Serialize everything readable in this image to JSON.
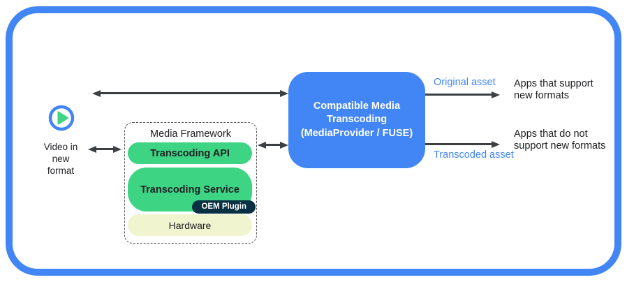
{
  "colors": {
    "frame_blue": "#4285F4",
    "transcoder_box_blue": "#4285F4",
    "android_green": "#3DD484",
    "oem_navy": "#073042",
    "hardware_fill": "#F0F4CF",
    "arrow_gray": "#3C4043",
    "asset_label_blue": "#4285F4",
    "text_black": "#202124"
  },
  "source": {
    "icon": "play-icon",
    "label": {
      "line1": "Video in",
      "line2": "new",
      "line3": "format"
    }
  },
  "media_framework": {
    "title": "Media Framework",
    "api_label": "Transcoding API",
    "service_label": "Transcoding Service",
    "oem_label": "OEM Plugin",
    "hardware_label": "Hardware"
  },
  "transcoder": {
    "line1": "Compatible Media",
    "line2": "Transcoding",
    "line3": "(MediaProvider / FUSE)"
  },
  "outputs": {
    "original": {
      "arrow_label": "Original asset",
      "dest": {
        "line1": "Apps that support",
        "line2": "new formats"
      }
    },
    "transcoded": {
      "arrow_label": "Transcoded asset",
      "dest": {
        "line1": "Apps that do not",
        "line2": "support new formats"
      }
    }
  }
}
